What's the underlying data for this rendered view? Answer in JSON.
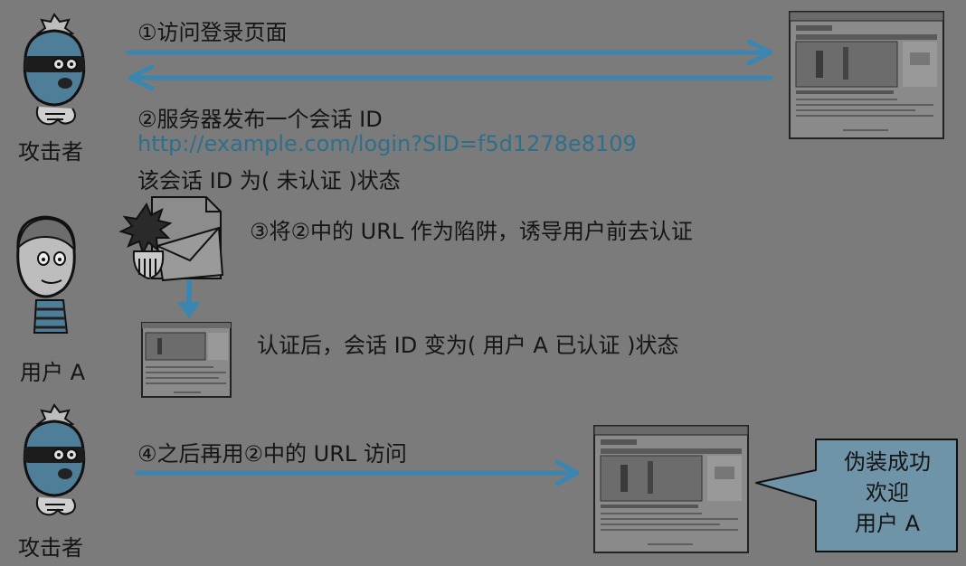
{
  "colors": {
    "background": "#7b7b7b",
    "accent_arrow": "#3b86b1",
    "link": "#2f6f8c",
    "bubble_fill": "#6f94a8"
  },
  "steps": {
    "step1": "①访问登录页面",
    "step2": "②服务器发布一个会话 ID",
    "url": "http://example.com/login?SID=f5d1278e8109",
    "state1": "该会话 ID 为( 未认证 )状态",
    "step3": "③将②中的 URL 作为陷阱，诱导用户前去认证",
    "state2": "认证后，会话 ID 变为( 用户 A 已认证 )状态",
    "step4": "④之后再用②中的 URL 访问"
  },
  "roles": {
    "attacker_top": "攻击者",
    "user": "用户 A",
    "attacker_bottom": "攻击者"
  },
  "bubble": {
    "line1": "伪装成功",
    "line2": "欢迎",
    "line3": "用户 A"
  },
  "icons": [
    "attacker-icon",
    "user-icon",
    "trap-mail-icon",
    "browser-page-icon",
    "arrow-icon",
    "speech-bubble-icon"
  ]
}
